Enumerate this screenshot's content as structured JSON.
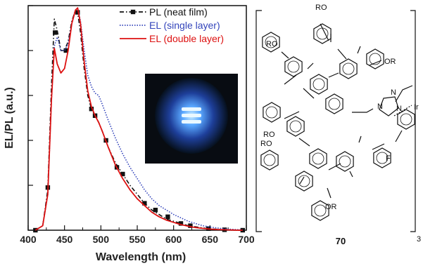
{
  "chart_data": {
    "type": "line",
    "xlabel": "Wavelength (nm)",
    "ylabel": "EL/PL (a.u.)",
    "xlim": [
      400,
      700
    ],
    "ylim": [
      0,
      1
    ],
    "x_ticks": [
      400,
      450,
      500,
      550,
      600,
      650,
      700
    ],
    "grid": false,
    "legend_position": "top-right",
    "series": [
      {
        "name": "PL (neat film)",
        "color": "#111111",
        "style": "dash-dot",
        "marker": "square",
        "x": [
          410,
          420,
          427,
          432,
          436,
          440,
          445,
          450,
          455,
          460,
          465,
          468,
          472,
          477,
          482,
          487,
          492,
          497,
          502,
          510,
          520,
          530,
          540,
          550,
          560,
          570,
          580,
          590,
          600,
          610,
          620,
          630,
          640,
          650,
          660,
          670,
          680,
          690,
          695
        ],
        "y": [
          0.0,
          0.02,
          0.18,
          0.64,
          0.94,
          0.89,
          0.8,
          0.8,
          0.84,
          0.93,
          0.98,
          0.97,
          0.88,
          0.72,
          0.6,
          0.54,
          0.51,
          0.48,
          0.44,
          0.37,
          0.3,
          0.25,
          0.2,
          0.16,
          0.12,
          0.09,
          0.07,
          0.05,
          0.04,
          0.03,
          0.02,
          0.015,
          0.01,
          0.006,
          0.004,
          0.002,
          0.001,
          0.0,
          0.0
        ],
        "marker_x": [
          410,
          427,
          437,
          452,
          468,
          487,
          492,
          507,
          522,
          530,
          560,
          575,
          592,
          610,
          623,
          648,
          670,
          695
        ],
        "marker_y": [
          0.0,
          0.19,
          0.88,
          0.8,
          0.97,
          0.54,
          0.51,
          0.4,
          0.28,
          0.25,
          0.12,
          0.09,
          0.06,
          0.03,
          0.02,
          0.007,
          0.002,
          0.0
        ]
      },
      {
        "name": "EL (single layer)",
        "color": "#3344bb",
        "style": "dotted",
        "x": [
          410,
          420,
          427,
          432,
          436,
          440,
          445,
          450,
          455,
          460,
          465,
          468,
          472,
          477,
          482,
          487,
          492,
          497,
          502,
          510,
          520,
          530,
          540,
          550,
          560,
          570,
          580,
          590,
          600,
          610,
          620,
          630,
          640,
          650,
          660,
          670,
          680,
          690,
          695
        ],
        "y": [
          0.0,
          0.02,
          0.16,
          0.58,
          0.82,
          0.86,
          0.8,
          0.8,
          0.83,
          0.92,
          0.98,
          0.99,
          0.93,
          0.8,
          0.69,
          0.64,
          0.61,
          0.6,
          0.56,
          0.49,
          0.41,
          0.34,
          0.28,
          0.23,
          0.18,
          0.14,
          0.11,
          0.09,
          0.07,
          0.055,
          0.04,
          0.03,
          0.02,
          0.014,
          0.01,
          0.006,
          0.004,
          0.002,
          0.001
        ]
      },
      {
        "name": "EL (double layer)",
        "color": "#dd1111",
        "style": "solid",
        "x": [
          410,
          420,
          427,
          432,
          436,
          440,
          445,
          450,
          455,
          460,
          465,
          468,
          472,
          477,
          482,
          487,
          492,
          497,
          502,
          510,
          520,
          530,
          540,
          550,
          560,
          570,
          580,
          590,
          600,
          610,
          620,
          630,
          640,
          650,
          660,
          670,
          680,
          690,
          695
        ],
        "y": [
          0.0,
          0.02,
          0.16,
          0.58,
          0.81,
          0.74,
          0.7,
          0.72,
          0.8,
          0.92,
          0.98,
          0.99,
          0.92,
          0.75,
          0.62,
          0.55,
          0.51,
          0.48,
          0.44,
          0.37,
          0.29,
          0.23,
          0.18,
          0.14,
          0.11,
          0.08,
          0.06,
          0.045,
          0.035,
          0.025,
          0.018,
          0.012,
          0.008,
          0.005,
          0.003,
          0.002,
          0.001,
          0.0,
          0.0
        ]
      }
    ]
  },
  "structure": {
    "compound_number": "70",
    "substituent_label": "RO",
    "substituent_label_right": "OR",
    "fluorine_label": "F",
    "metal_label": "Ir",
    "subscript": "3",
    "nitrogen_label": "N"
  }
}
